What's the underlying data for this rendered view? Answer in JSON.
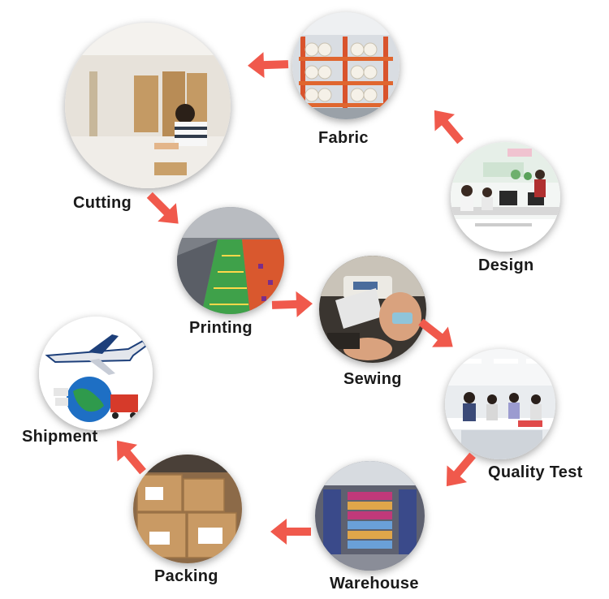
{
  "steps": [
    {
      "id": "fabric",
      "label": "Fabric",
      "icon": "fabric-rolls-icon"
    },
    {
      "id": "design",
      "label": "Design",
      "icon": "design-office-icon"
    },
    {
      "id": "cutting",
      "label": "Cutting",
      "icon": "cutting-table-icon"
    },
    {
      "id": "printing",
      "label": "Printing",
      "icon": "printing-line-icon"
    },
    {
      "id": "sewing",
      "label": "Sewing",
      "icon": "sewing-machine-icon"
    },
    {
      "id": "quality-test",
      "label": "Quality Test",
      "icon": "inspection-room-icon"
    },
    {
      "id": "warehouse",
      "label": "Warehouse",
      "icon": "warehouse-shelves-icon"
    },
    {
      "id": "packing",
      "label": "Packing",
      "icon": "cardboard-boxes-icon"
    },
    {
      "id": "shipment",
      "label": "Shipment",
      "icon": "airplane-globe-icon"
    }
  ],
  "colors": {
    "arrow": "#f0594c",
    "label": "#1a1a1a"
  }
}
